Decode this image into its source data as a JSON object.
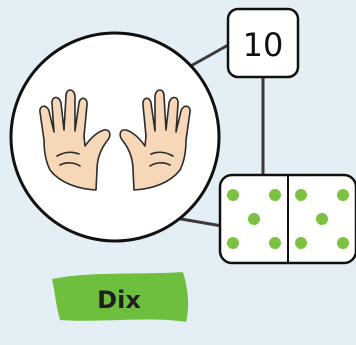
{
  "number": {
    "value": "10"
  },
  "word": {
    "label": "Dix"
  },
  "domino": {
    "left_pips": 5,
    "right_pips": 5,
    "pip_color": "#7cc242"
  },
  "hands": {
    "icon": "two-open-hands-icon",
    "fingers_shown": 10,
    "skin_color": "#f6d7b8"
  },
  "colors": {
    "background": "#e3eff5",
    "connector": "#3a3a3a",
    "label_banner": "#6fbf3f",
    "label_text": "#1f1f1f"
  }
}
